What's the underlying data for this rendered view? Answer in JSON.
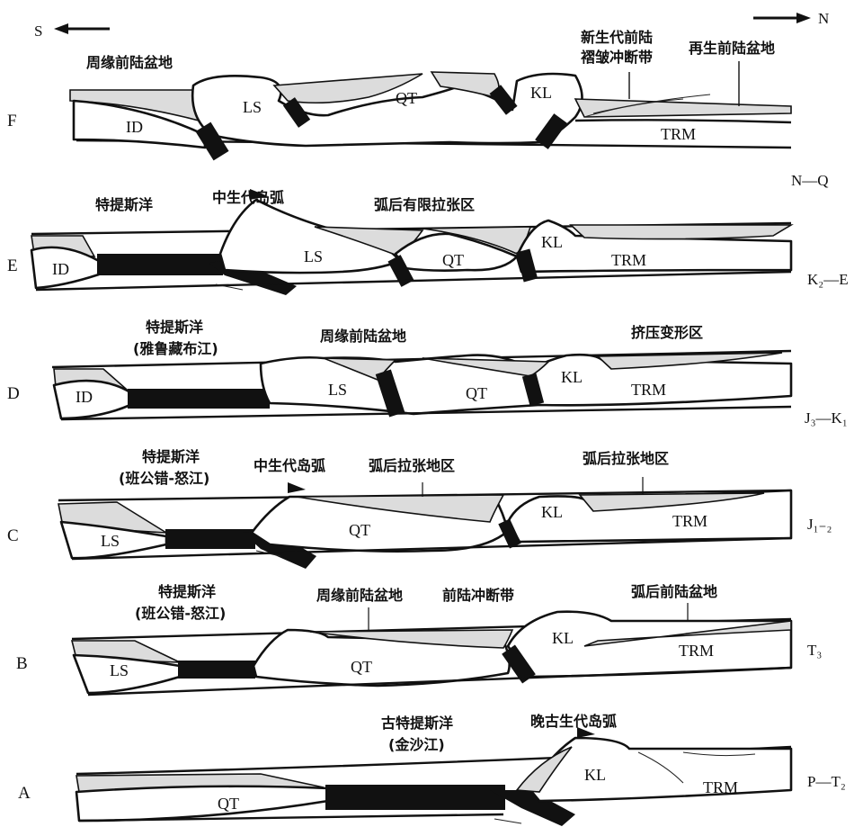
{
  "direction": {
    "south": "S",
    "north": "N"
  },
  "panels": [
    {
      "letter": "F",
      "age": "N—Q",
      "notes": [
        "周缘前陆盆地",
        "新生代前陆",
        "褶皱冲断带",
        "再生前陆盆地"
      ],
      "units": [
        "ID",
        "LS",
        "QT",
        "KL",
        "TRM"
      ]
    },
    {
      "letter": "E",
      "age": "K₂—E",
      "notes": [
        "特提斯洋",
        "中生代岛弧",
        "弧后有限拉张区"
      ],
      "units": [
        "ID",
        "LS",
        "QT",
        "KL",
        "TRM"
      ]
    },
    {
      "letter": "D",
      "age": "J₃—K₁",
      "notes": [
        "特提斯洋",
        "(雅鲁藏布江)",
        "周缘前陆盆地",
        "挤压变形区"
      ],
      "units": [
        "ID",
        "LS",
        "QT",
        "KL",
        "TRM"
      ]
    },
    {
      "letter": "C",
      "age": "J₁₋₂",
      "notes": [
        "特提斯洋",
        "(班公错-怒江)",
        "中生代岛弧",
        "弧后拉张地区",
        "弧后拉张地区"
      ],
      "units": [
        "LS",
        "QT",
        "KL",
        "TRM"
      ]
    },
    {
      "letter": "B",
      "age": "T₃",
      "notes": [
        "特提斯洋",
        "(班公错-怒江)",
        "周缘前陆盆地",
        "前陆冲断带",
        "弧后前陆盆地"
      ],
      "units": [
        "LS",
        "QT",
        "KL",
        "TRM"
      ]
    },
    {
      "letter": "A",
      "age": "P—T₂",
      "notes": [
        "古特提斯洋",
        "(金沙江)",
        "晚古生代岛弧"
      ],
      "units": [
        "QT",
        "KL",
        "TRM"
      ]
    }
  ]
}
